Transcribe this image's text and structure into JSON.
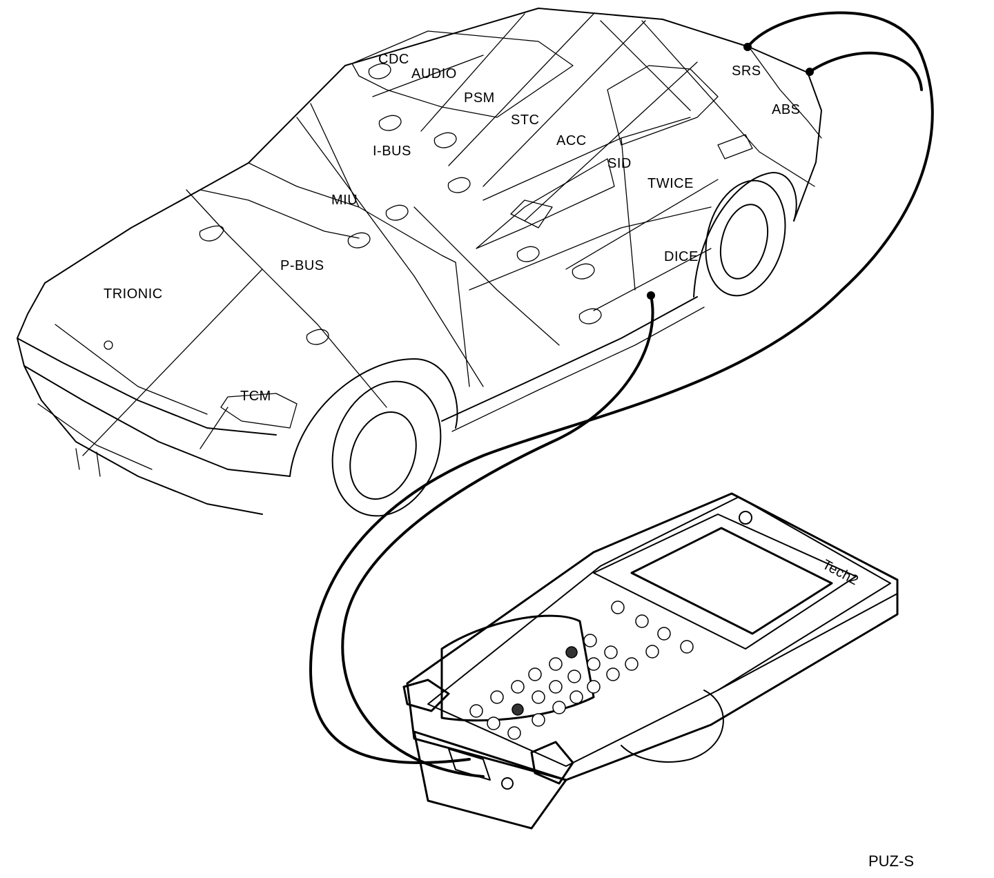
{
  "modules": {
    "cdc": "CDC",
    "audio": "AUDIO",
    "psm": "PSM",
    "stc": "STC",
    "ibus": "I-BUS",
    "acc": "ACC",
    "sid": "SID",
    "twice": "TWICE",
    "srs": "SRS",
    "abs": "ABS",
    "miu": "MIU",
    "pbus": "P-BUS",
    "dice": "DICE",
    "trionic": "TRIONIC",
    "tcm": "TCM"
  },
  "figure_code": "PUZ-S",
  "tester_brand": "Tech2"
}
